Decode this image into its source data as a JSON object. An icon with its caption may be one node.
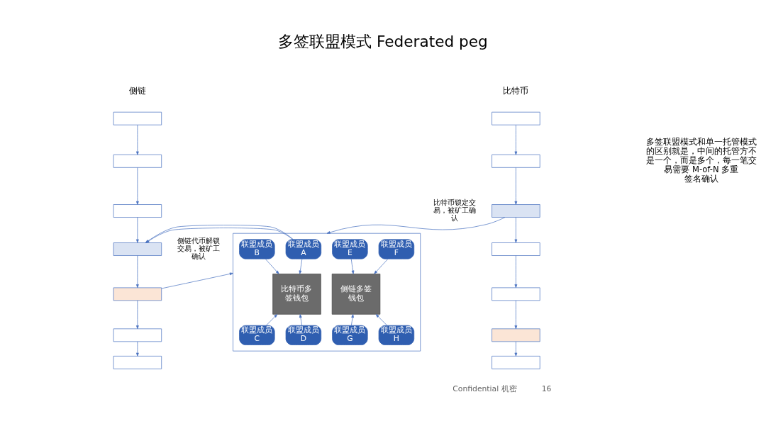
{
  "diagram": {
    "title": "多签联盟模式 Federated peg",
    "nodes": [
      {
        "text": [],
        "shape": "box"
      },
      {
        "text": [],
        "shape": "box"
      },
      {
        "text": [],
        "shape": "box",
        "beside": [
          "比特币锁定交易，被矿工确认"
        ]
      },
      {
        "text": [],
        "shape": "box"
      },
      {
        "text": [],
        "shape": "box"
      },
      {
        "text": [],
        "shape": "box"
      },
      {
        "text": [],
        "shape": "box"
      },
      {
        "text": [],
        "shape": "box"
      },
      {
        "text": [],
        "shape": "box"
      },
      {
        "text": [],
        "shape": "box"
      },
      {
        "text": [],
        "shape": "box",
        "beside": [
          "侧链代币解锁交易，被矿工确认"
        ]
      },
      {
        "text": [],
        "shape": "box"
      },
      {
        "text": [],
        "shape": "box"
      },
      {
        "text": [],
        "shape": "box"
      },
      {
        "text": [],
        "shape": "box"
      },
      {
        "text": [
          "联盟成员A"
        ],
        "in": 14
      },
      {
        "text": [
          "联盟成员B"
        ],
        "in": 14
      },
      {
        "text": [
          "联盟成员E"
        ],
        "in": 14
      },
      {
        "text": [
          "联盟成员F"
        ],
        "in": 14
      },
      {
        "text": [
          "比特币多签钱包"
        ],
        "in": 14
      },
      {
        "text": [
          "侧链多签钱包"
        ],
        "in": 14
      },
      {
        "text": [
          "联盟成员C"
        ],
        "in": 14
      },
      {
        "text": [
          "联盟成员D"
        ],
        "in": 14
      },
      {
        "text": [
          "联盟成员G"
        ],
        "in": 14
      },
      {
        "text": [
          "联盟成员H"
        ],
        "in": 14
      }
    ],
    "edges": [
      {
        "from": 0,
        "to": 1,
        "arrow": "to"
      },
      {
        "from": 1,
        "to": 2,
        "arrow": "to"
      },
      {
        "from": 2,
        "to": 3,
        "arrow": "to"
      },
      {
        "from": 3,
        "to": 4,
        "arrow": "to"
      },
      {
        "from": 4,
        "to": 5,
        "arrow": "to"
      },
      {
        "from": 5,
        "to": 6,
        "arrow": "to"
      },
      {
        "from": 7,
        "to": 8,
        "arrow": "to"
      },
      {
        "from": 8,
        "to": 9,
        "arrow": "to"
      },
      {
        "from": 9,
        "to": 10,
        "arrow": "to"
      },
      {
        "from": 10,
        "to": 11,
        "arrow": "to"
      },
      {
        "from": 11,
        "to": 12,
        "arrow": "to"
      },
      {
        "from": 12,
        "to": 13,
        "arrow": "to"
      },
      {
        "from": 2,
        "to": 14,
        "arrow": "to"
      },
      {
        "from": 14,
        "to": 10,
        "arrow": "to"
      },
      {
        "from": 11,
        "to": 14,
        "arrow": "to"
      },
      {
        "from": 15,
        "to": 19,
        "arrow": "to"
      },
      {
        "from": 16,
        "to": 19,
        "arrow": "to"
      },
      {
        "from": 17,
        "to": 20,
        "arrow": "to"
      },
      {
        "from": 18,
        "to": 20,
        "arrow": "to"
      },
      {
        "from": 21,
        "to": 19,
        "arrow": "to"
      },
      {
        "from": 22,
        "to": 19,
        "arrow": "to"
      },
      {
        "from": 23,
        "to": 20,
        "arrow": "to"
      },
      {
        "from": 24,
        "to": 20,
        "arrow": "to"
      }
    ],
    "labels": [
      "比特币",
      "侧链",
      "多签联盟模式和单一托管模式的区别就是，中间的托管方不是一个，而是多个，每一笔交易需要 M-of-N 多重签名确认",
      "Confidential 机密",
      "16"
    ]
  }
}
